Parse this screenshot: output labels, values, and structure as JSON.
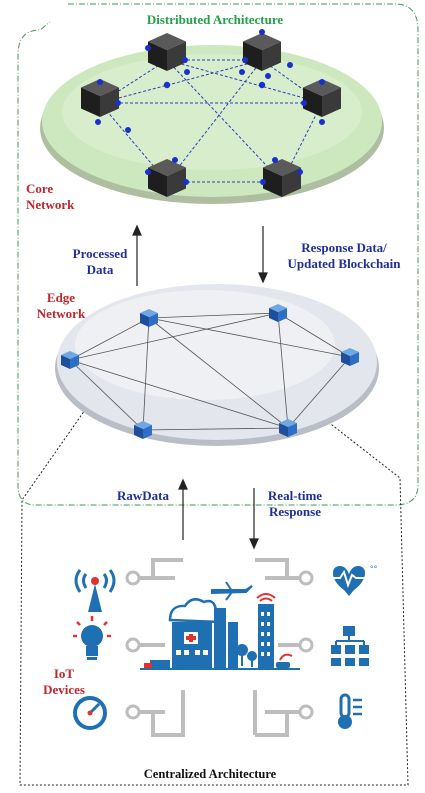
{
  "labels": {
    "distributed_title": "Distributed Architecture",
    "core_network_line1": "Core",
    "core_network_line2": "Network",
    "processed_line1": "Processed",
    "processed_line2": "Data",
    "response_line1": "Response Data/",
    "response_line2": "Updated Blockchain",
    "edge_network_line1": "Edge",
    "edge_network_line2": "Network",
    "raw_data": "RawData",
    "realtime_line1": "Real-time",
    "realtime_line2": "Response",
    "iot_line1": "IoT",
    "iot_line2": "Devices",
    "centralized_title": "Centralized Architecture"
  },
  "icons": {
    "core_nodes": "dark-cube-node",
    "edge_nodes": "blue-cube-node",
    "iot_icons": [
      "antenna-tower-icon",
      "light-bulb-icon",
      "gauge-clock-icon",
      "heart-pulse-icon",
      "network-hierarchy-icon",
      "thermometer-icon",
      "smart-city-icon"
    ]
  },
  "colors": {
    "distributed_title": "#22a04a",
    "core_label": "#c0262d",
    "arrow_labels": "#1f2f9a",
    "core_disk": "#cde8bf",
    "edge_disk": "#dde2ea",
    "city_blue": "#1f6fb3",
    "iot_red": "#e0322f"
  }
}
